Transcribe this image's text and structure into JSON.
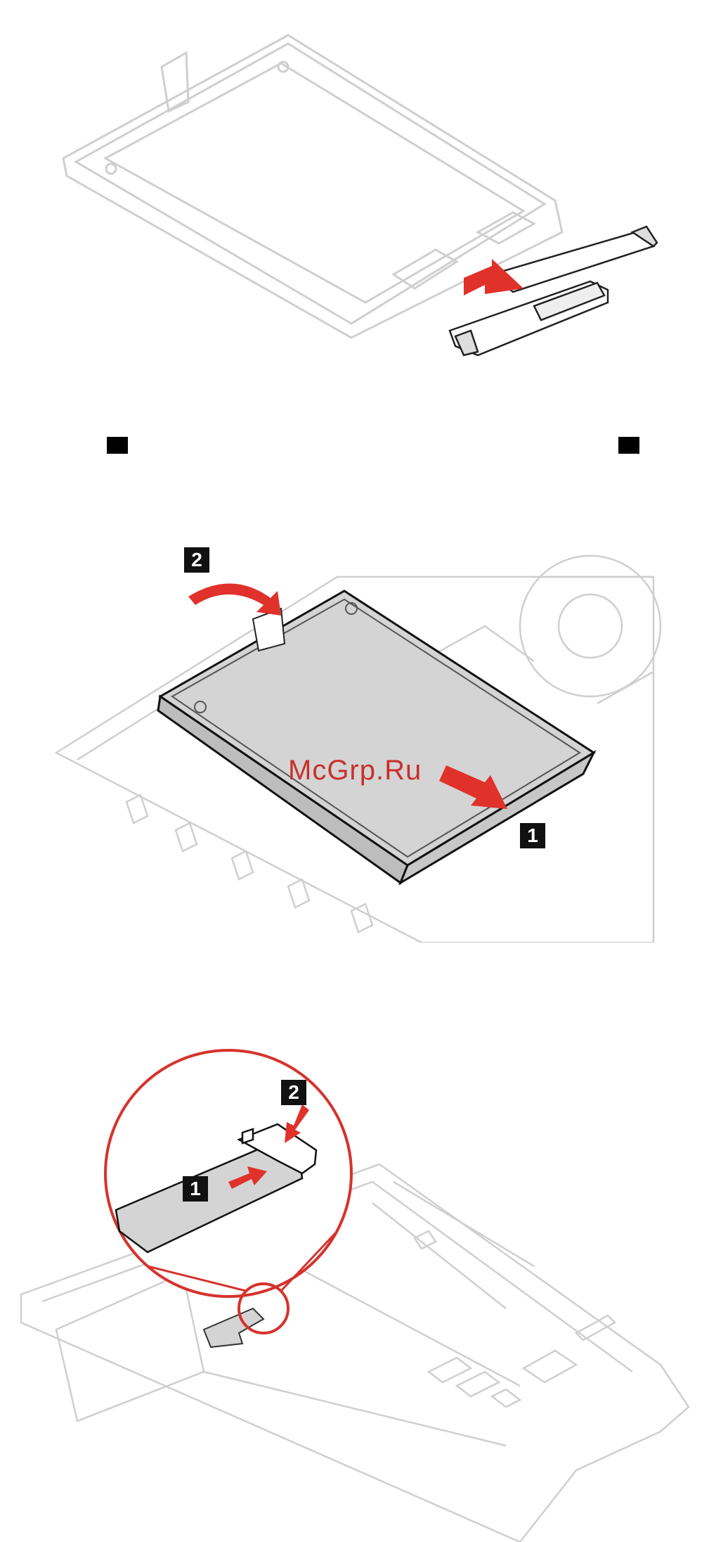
{
  "steps": {
    "step2_callouts": {
      "one": "1",
      "two": "2"
    },
    "step3_callouts": {
      "one": "1",
      "two": "2"
    }
  },
  "watermark": "McGrp.Ru",
  "colors": {
    "arrow": "#e0312b",
    "line": "#c8c8c8",
    "drive_fill": "#d4d4d4",
    "ink": "#111111"
  }
}
